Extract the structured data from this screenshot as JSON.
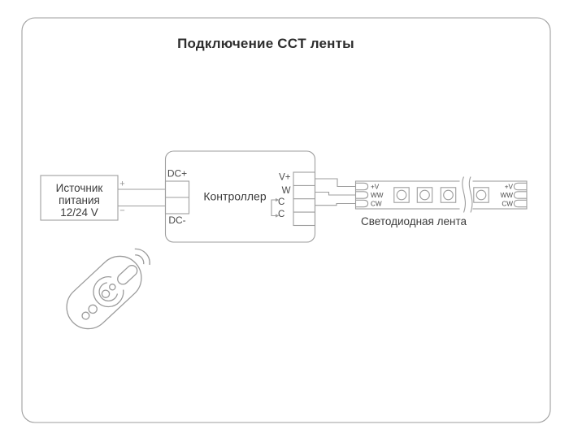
{
  "title": "Подключение CCT ленты",
  "colors": {
    "line": "#9e9e9e",
    "title_text": "#2d2d2d",
    "body_text": "#3c3c3c",
    "label_text": "#4a4a4a",
    "sign_text": "#8f8f8f",
    "background": "#ffffff"
  },
  "power_supply": {
    "line1": "Источник",
    "line2": "питания",
    "line3": "12/24 V",
    "plus": "+",
    "minus": "−"
  },
  "controller": {
    "label": "Контроллер",
    "input_top": "DC+",
    "input_bottom": "DC-",
    "outputs": [
      "V+",
      "W",
      "C",
      "C"
    ]
  },
  "led_strip": {
    "label": "Светодиодная лента",
    "pads_left": [
      "+V",
      "WW",
      "CW"
    ],
    "pads_right": [
      "+V",
      "WW",
      "CW"
    ]
  }
}
